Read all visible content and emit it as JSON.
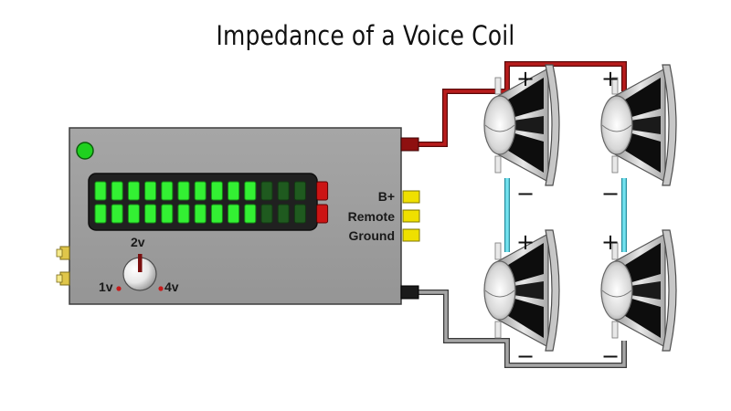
{
  "title": "Impedance of a Voice Coil",
  "amplifier": {
    "terminals": [
      "B+",
      "Remote",
      "Ground"
    ],
    "knob": {
      "labels": [
        "2v",
        "1v",
        "4v"
      ],
      "selected": "2v"
    },
    "meter": {
      "lit_green": 10,
      "dim_green": 3,
      "red_segments": 1
    }
  },
  "speakers": [
    {
      "id": "top-left",
      "plus": "+",
      "minus": "−"
    },
    {
      "id": "top-right",
      "plus": "+",
      "minus": "−"
    },
    {
      "id": "bottom-left",
      "plus": "+",
      "minus": "−"
    },
    {
      "id": "bottom-right",
      "plus": "+",
      "minus": "−"
    }
  ],
  "colors": {
    "positive_wire": "#a31515",
    "negative_wire": "#8a8a8a",
    "coil_link": "#5fd6e6",
    "led_on": "#2ee82e",
    "terminal": "#e8d400"
  }
}
